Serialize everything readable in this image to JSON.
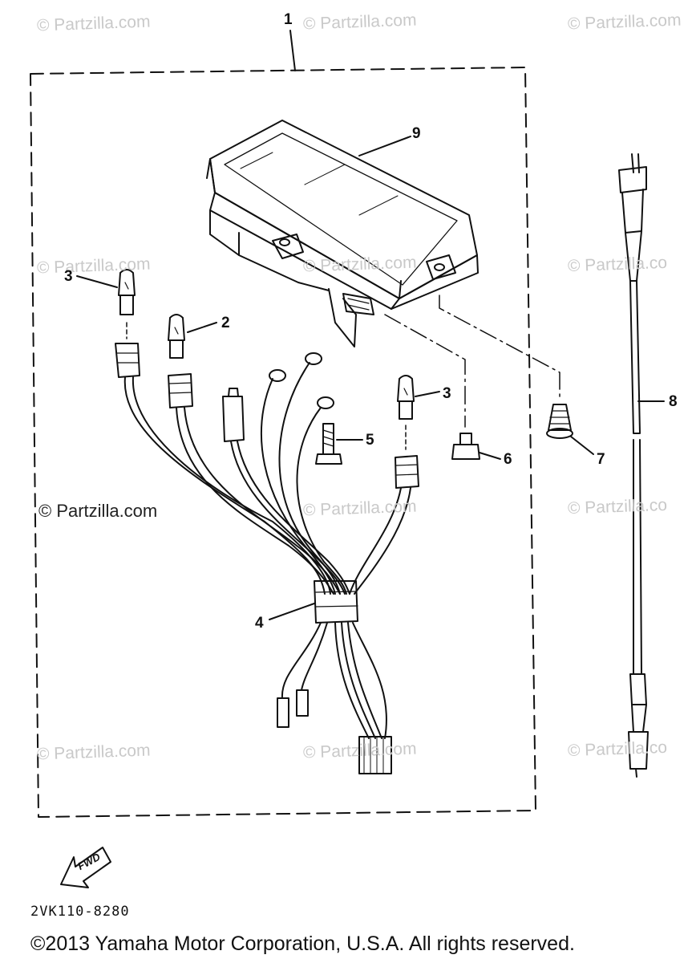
{
  "watermarks": [
    "© Partzilla.com",
    "© Partzilla.com",
    "© Partzilla.com",
    "© Partzilla.com",
    "© Partzilla.com",
    "© Partzilla.co",
    "© Partzilla.com",
    "© Partzilla.com",
    "© Partzilla.co",
    "© Partzilla.com",
    "© Partzilla.com",
    "© Partzilla.co"
  ],
  "callouts": {
    "assembly": "1",
    "bulb_2": "2",
    "bulb_3_left": "3",
    "bulb_3_right": "3",
    "harness": "4",
    "screw_5": "5",
    "bolt_6": "6",
    "clip_7": "7",
    "cable": "8",
    "meter": "9"
  },
  "fwd_label": "FWD",
  "diagram_code": "2VK110-8280",
  "copyright": "©2013 Yamaha Motor Corporation, U.S.A. All rights reserved."
}
